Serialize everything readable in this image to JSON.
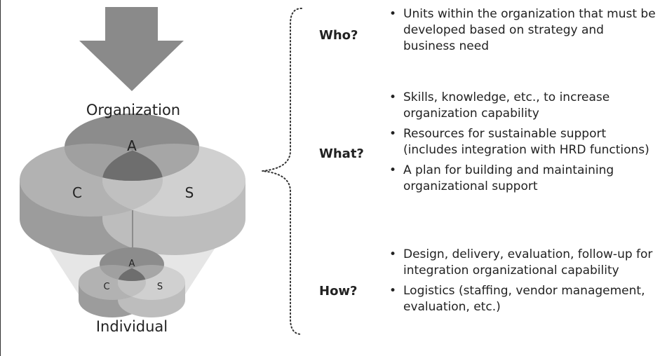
{
  "left": {
    "top_label": "Organization",
    "bottom_label": "Individual",
    "large_disk": {
      "a": "A",
      "c": "C",
      "s": "S"
    },
    "small_disk": {
      "a": "A",
      "c": "C",
      "s": "S"
    }
  },
  "rows": [
    {
      "question": "Who?",
      "bullets": [
        "Units within the organization that must be developed based on strategy and business need"
      ]
    },
    {
      "question": "What?",
      "bullets": [
        "Skills, knowledge, etc., to increase organization capability",
        "Resources for sustainable support (includes integration with HRD functions)",
        "A plan for building and maintaining organizational support"
      ]
    },
    {
      "question": "How?",
      "bullets": [
        "Design, delivery, evaluation, follow-up for integration organizational capability",
        "Logistics (staffing, vendor management, evaluation, etc.)"
      ]
    }
  ],
  "colors": {
    "arrow": "#8a8a8a",
    "disk_top_a": "#8c8c8c",
    "disk_top_c": "#b2b2b2",
    "disk_top_s": "#d0d0d0",
    "overlap": "#a0a0a0",
    "center": "#6e6e6e",
    "side": "#9c9c9c",
    "side_light": "#bdbdbd",
    "cone": "#e6e6e6",
    "cone_dark": "#cfcfcf"
  }
}
